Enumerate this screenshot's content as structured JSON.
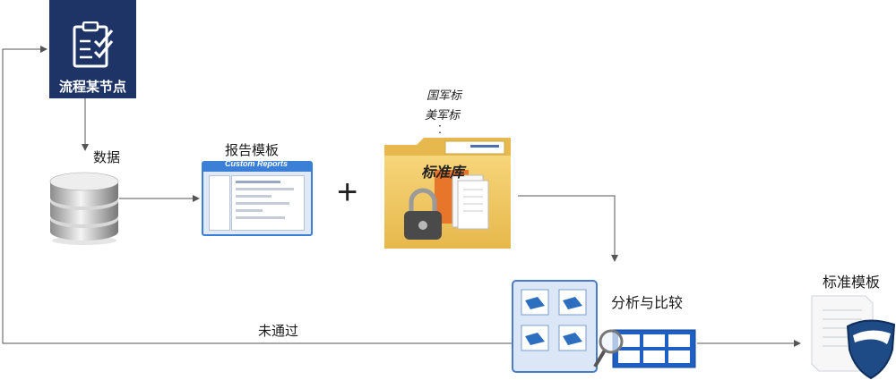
{
  "node": {
    "title": "流程某节点",
    "icon": "clipboard-check-icon"
  },
  "database": {
    "label": "数据",
    "icon": "database-icon"
  },
  "report_template": {
    "title": "报告模板",
    "caption": "Custom Reports",
    "icon": "report-window-icon"
  },
  "plus": {
    "symbol": "+"
  },
  "standards_library": {
    "label": "标准库",
    "sources": [
      "国军标",
      "美军标"
    ],
    "icon": "locked-folder-icon"
  },
  "analysis": {
    "label": "分析与比较",
    "icon": "compare-magnifier-icon"
  },
  "standard_template": {
    "label": "标准模板",
    "icon": "shield-document-icon"
  },
  "feedback": {
    "label": "未通过"
  },
  "colors": {
    "node_bg": "#1e3466",
    "window_border": "#3b7fd6",
    "folder": "#f2c660",
    "line": "#555555"
  }
}
